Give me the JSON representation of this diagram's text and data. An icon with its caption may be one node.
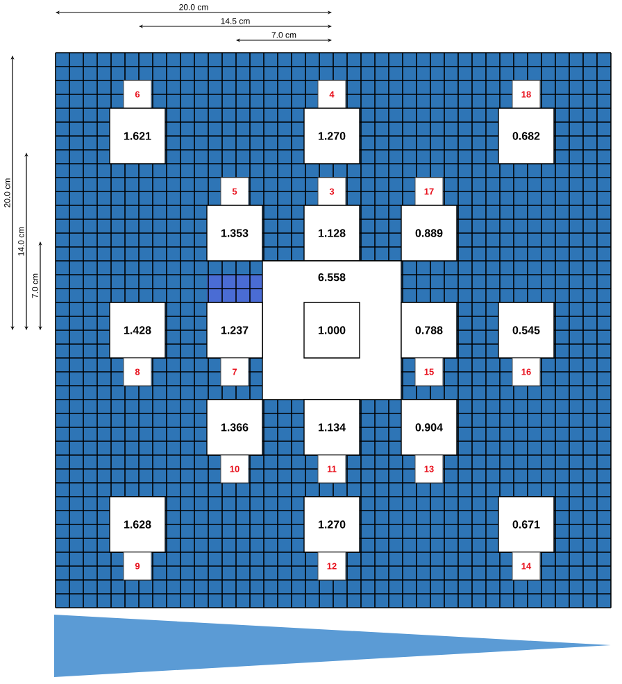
{
  "diagram": {
    "nodes": [
      {
        "text": [
          "6"
        ]
      },
      {
        "text": [
          "4"
        ]
      },
      {
        "text": [
          "18"
        ]
      },
      {
        "text": [
          "1.621"
        ]
      },
      {
        "text": [
          "1.270"
        ]
      },
      {
        "text": [
          "0.682"
        ]
      },
      {
        "text": [
          "5"
        ]
      },
      {
        "text": [
          "3"
        ]
      },
      {
        "text": [
          "17"
        ]
      },
      {
        "text": [
          "1.353"
        ]
      },
      {
        "text": [
          "1.128"
        ]
      },
      {
        "text": [
          "0.889"
        ]
      },
      {
        "text": [
          "6.558"
        ]
      },
      {
        "text": [
          "1.428"
        ]
      },
      {
        "text": [
          "1.237"
        ]
      },
      {
        "text": [
          "1.000"
        ],
        "in": 12
      },
      {
        "text": [
          "0.788"
        ]
      },
      {
        "text": [
          "0.545"
        ]
      },
      {
        "text": [
          "8"
        ]
      },
      {
        "text": [
          "7"
        ]
      },
      {
        "text": [
          "15"
        ]
      },
      {
        "text": [
          "16"
        ]
      },
      {
        "text": [
          "1.366"
        ]
      },
      {
        "text": [
          "1.134"
        ]
      },
      {
        "text": [
          "0.904"
        ]
      },
      {
        "text": [
          "10"
        ]
      },
      {
        "text": [
          "11"
        ]
      },
      {
        "text": [
          "13"
        ]
      },
      {
        "text": [
          "1.628"
        ]
      },
      {
        "text": [
          "1.270"
        ]
      },
      {
        "text": [
          "0.671"
        ]
      },
      {
        "text": [
          "9"
        ]
      },
      {
        "text": [
          "12"
        ]
      },
      {
        "text": [
          "14"
        ]
      }
    ],
    "edges": [],
    "labels": [
      "20.0 cm",
      "14.5 cm",
      "7.0 cm",
      "20.0 cm",
      "14.0 cm",
      "7.0 cm"
    ]
  }
}
